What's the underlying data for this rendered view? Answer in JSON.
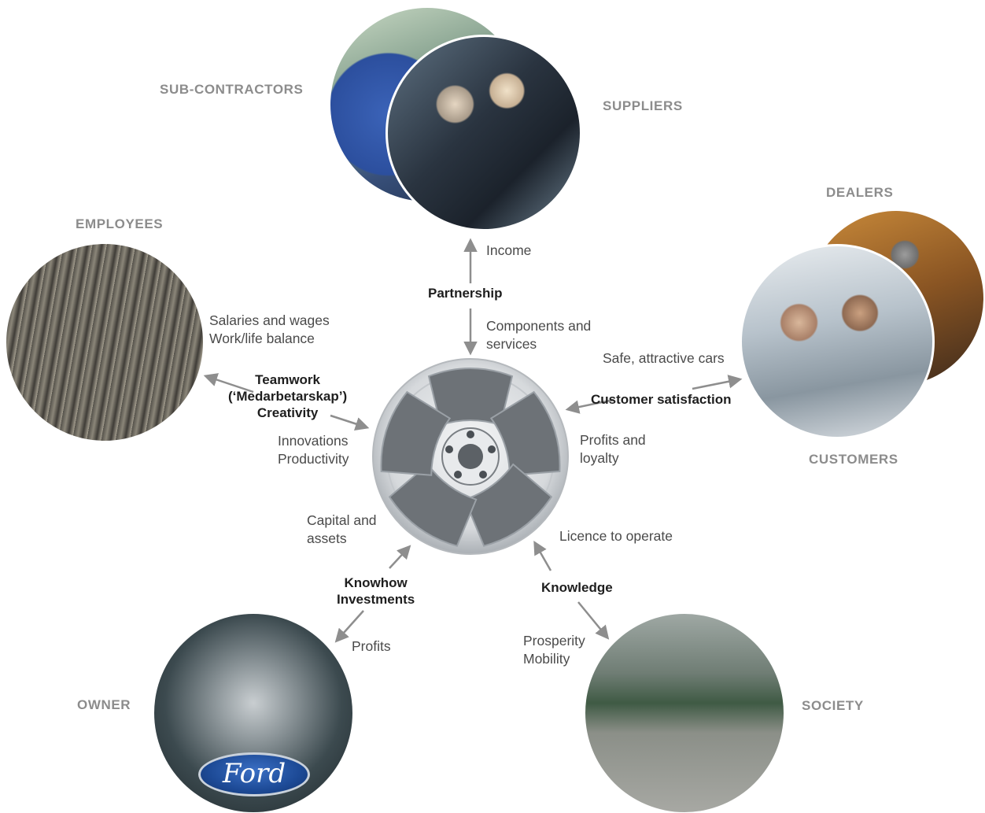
{
  "groups": {
    "sub_contractors": "SUB-CONTRACTORS",
    "suppliers": "SUPPLIERS",
    "employees": "EMPLOYEES",
    "dealers": "DEALERS",
    "customers": "CUSTOMERS",
    "owner": "OWNER",
    "society": "SOCIETY"
  },
  "suppliers_flow": {
    "out": "Income",
    "key": "Partnership",
    "in": [
      "Components and",
      "services"
    ]
  },
  "employees_flow": {
    "out": [
      "Salaries and wages",
      "Work/life balance"
    ],
    "key": [
      "Teamwork",
      "(‘Medarbetarskap’)",
      "Creativity"
    ],
    "in": [
      "Innovations",
      "Productivity"
    ]
  },
  "customers_flow": {
    "out": "Safe, attractive cars",
    "key": "Customer satisfaction",
    "in": [
      "Profits and",
      "loyalty"
    ]
  },
  "owner_flow": {
    "in": [
      "Capital and",
      "assets"
    ],
    "key": [
      "Knowhow",
      "Investments"
    ],
    "out": "Profits"
  },
  "society_flow": {
    "in": "Licence to operate",
    "key": "Knowledge",
    "out": [
      "Prosperity",
      "Mobility"
    ]
  },
  "ford_logo_text": "Ford"
}
